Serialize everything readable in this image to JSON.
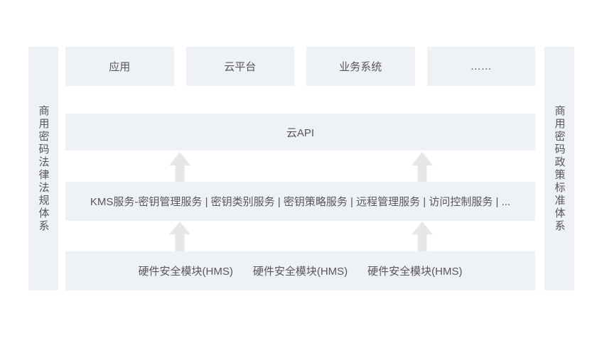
{
  "colors": {
    "page_bg": "#ffffff",
    "box_fill": "#eef1f6",
    "text": "#595757",
    "arrow": "#e7e7e7"
  },
  "left_sidebar": {
    "label": "商用密码法律法规体系"
  },
  "right_sidebar": {
    "label": "商用密码政策标准体系"
  },
  "top_row": {
    "items": [
      {
        "label": "应用"
      },
      {
        "label": "云平台"
      },
      {
        "label": "业务系统"
      },
      {
        "label": "……"
      }
    ]
  },
  "api_row": {
    "label": "云API"
  },
  "kms_row": {
    "label": "KMS服务-密钥管理服务 | 密钥类别服务 | 密钥策略服务 | 远程管理服务 | 访问控制服务 | ..."
  },
  "hms_row": {
    "items": [
      {
        "label": "硬件安全模块(HMS)"
      },
      {
        "label": "硬件安全模块(HMS)"
      },
      {
        "label": "硬件安全模块(HMS)"
      }
    ]
  }
}
